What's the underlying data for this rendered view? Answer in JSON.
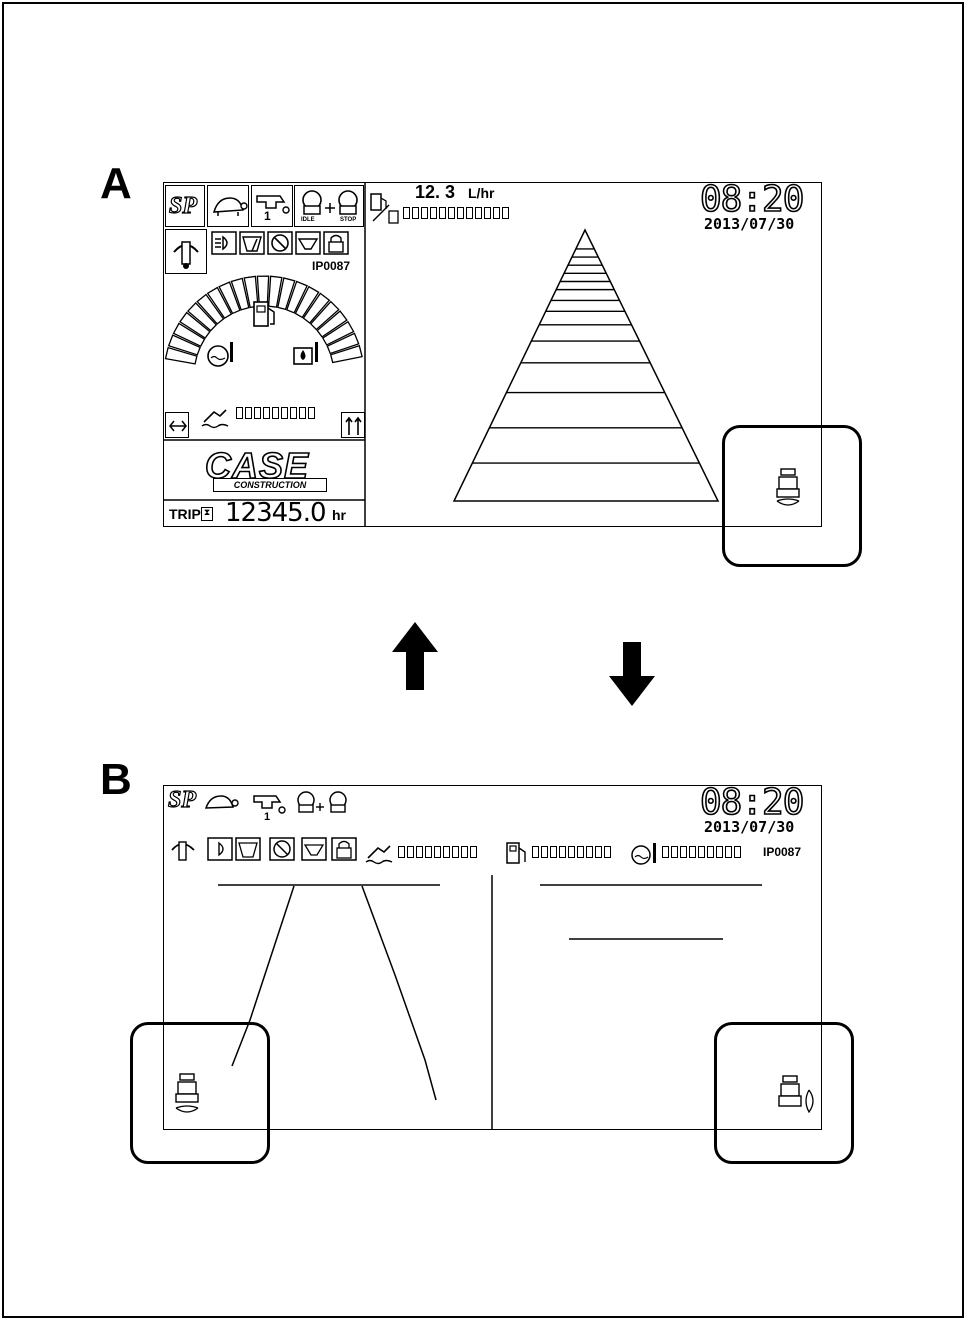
{
  "figure": {
    "panel_a_label": "A",
    "panel_b_label": "B"
  },
  "panel_a": {
    "clock": "08:20",
    "date": "2013/07/30",
    "fuel_rate_value": "12. 3",
    "fuel_rate_unit": "L/hr",
    "screen_code": "IP0087",
    "brand_name": "CASE",
    "brand_sub": "CONSTRUCTION",
    "trip_label": "TRIP",
    "trip_value": "12345.0",
    "trip_unit": "hr",
    "mode_badge": "SP",
    "gear_number": "1",
    "auto_label": "IDLE",
    "stop_label": "STOP",
    "icons": [
      "sp-mode-icon",
      "turtle-icon",
      "work-mode-icon",
      "auto-idle-stop-icon",
      "boom-icon",
      "headlight-icon",
      "wiper-icon",
      "no-icon",
      "washer-icon",
      "lock-icon",
      "fuel-pump-icon",
      "coolant-temp-icon",
      "hydraulic-oil-temp-icon",
      "def-level-icon",
      "camera-view-icon"
    ]
  },
  "panel_b": {
    "clock": "08:20",
    "date": "2013/07/30",
    "screen_code": "IP0087",
    "mode_badge": "SP",
    "gear_number": "1"
  },
  "arrows": [
    "up-arrow",
    "down-arrow"
  ]
}
